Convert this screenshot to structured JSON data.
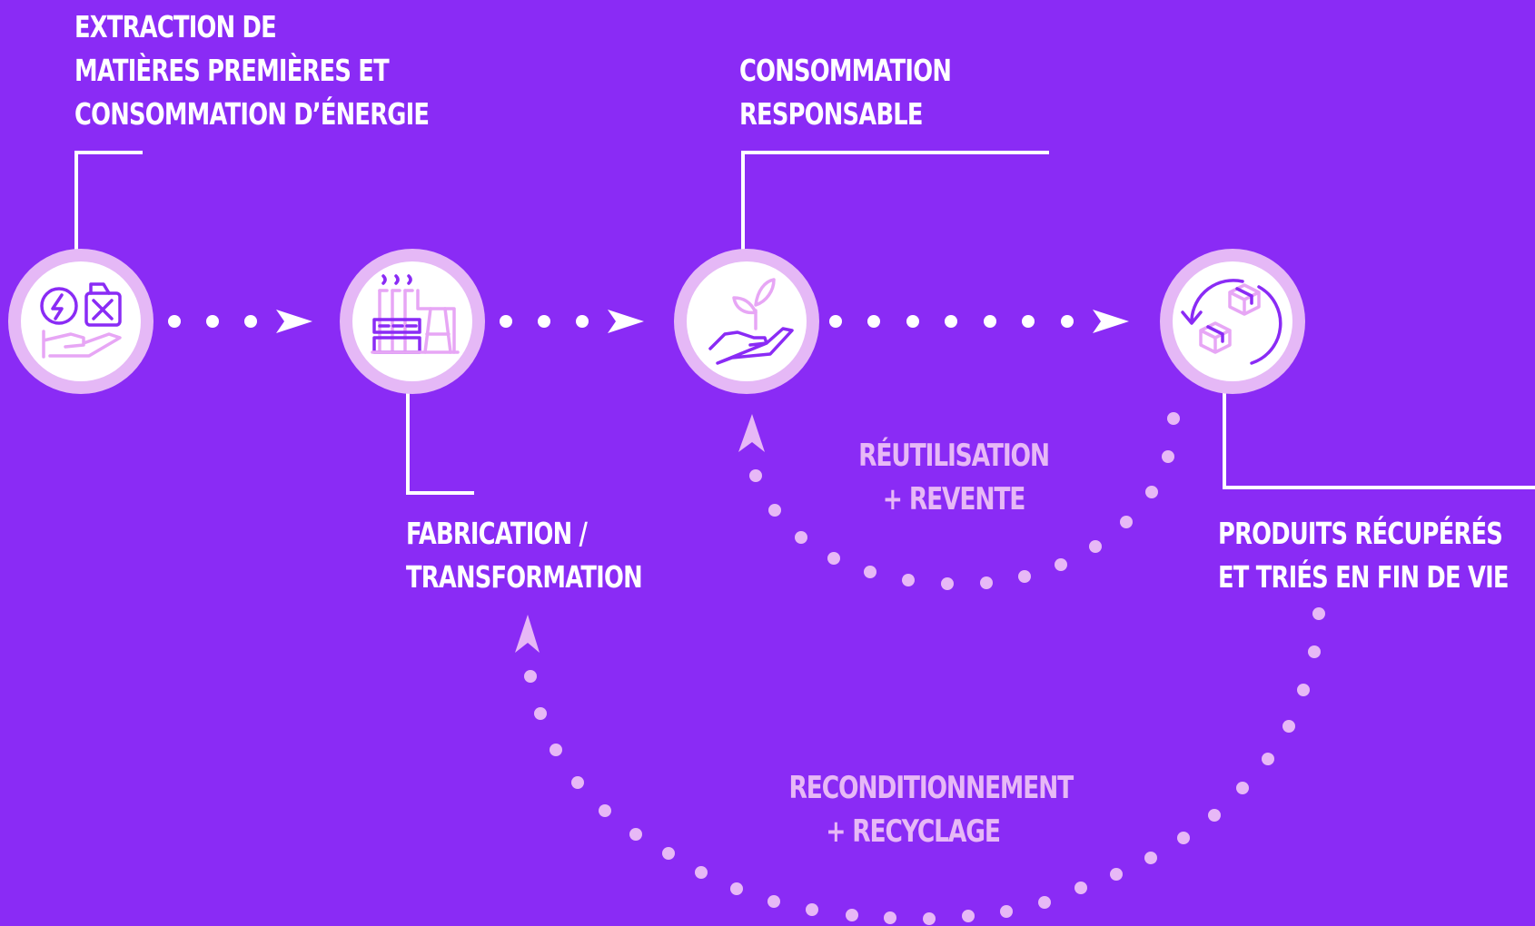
{
  "colors": {
    "background": "#8a2bf5",
    "white": "#ffffff",
    "lilac": "#e7b8f6",
    "icon_purple": "#8a2bf5",
    "icon_pink": "#e7a6f5"
  },
  "steps": [
    {
      "icon": "energy-extraction-icon",
      "label": [
        "EXTRACTION DE",
        "MATIÈRES PREMIÈRES ET",
        "CONSOMMATION D’ÉNERGIE"
      ]
    },
    {
      "icon": "factory-icon",
      "label": [
        "FABRICATION /",
        "TRANSFORMATION"
      ]
    },
    {
      "icon": "plant-in-hand-icon",
      "label": [
        "CONSOMMATION",
        "RESPONSABLE"
      ]
    },
    {
      "icon": "boxes-cycle-icon",
      "label": [
        "PRODUITS RÉCUPÉRÉS",
        "ET TRIÉS EN FIN DE VIE"
      ]
    }
  ],
  "loops": [
    {
      "label": [
        "RÉUTILISATION",
        "+ REVENTE"
      ]
    },
    {
      "label": [
        "RECONDITIONNEMENT",
        "+ RECYCLAGE"
      ]
    }
  ]
}
